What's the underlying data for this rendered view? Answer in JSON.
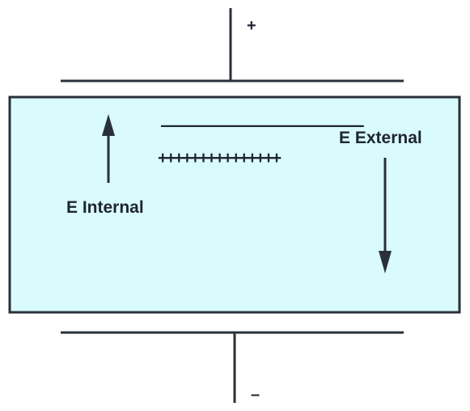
{
  "terminals": {
    "positive": "+",
    "negative": "–"
  },
  "dielectric": {
    "negative_charges": "————————————",
    "positive_charges": "+++++++++++++++",
    "fill_color": "#d9fbfc",
    "stroke_color": "#2a303a"
  },
  "fields": {
    "internal_label": "E Internal",
    "internal_direction": "up",
    "external_label": "E External",
    "external_direction": "down"
  }
}
